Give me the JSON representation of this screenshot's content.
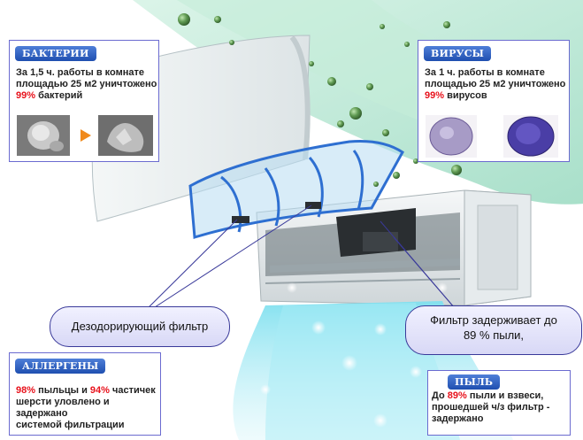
{
  "colors": {
    "accent_blue": "#2a55c0",
    "highlight_red": "#e8121c",
    "callout_fill": "#dcdcf7",
    "box_border": "#6b6bd0",
    "air_green": "#bfe9d6"
  },
  "boxes": {
    "bacteria": {
      "badge": "БАКТЕРИИ",
      "line1": "За 1,5 ч. работы в комнате",
      "line2": "площадью 25 м2 уничтожено",
      "percent": "99%",
      "rest": " бактерий"
    },
    "viruses": {
      "badge": "ВИРУСЫ",
      "line1": "За 1 ч. работы в комнате",
      "line2": "площадью 25 м2 уничтожено",
      "percent": "99%",
      "rest": " вирусов"
    },
    "allergens": {
      "badge": "АЛЛЕРГЕНЫ",
      "pct1": "98%",
      "mid1": " пыльцы и ",
      "pct2": "94%",
      "mid2": " частичек",
      "line2": "шерсти уловлено и задержано",
      "line3": "системой фильтрации"
    },
    "dust": {
      "badge": "ПЫЛЬ",
      "prefix": "До ",
      "pct": "89%",
      "suffix": " пыли и взвеси,",
      "line2": "прошедшей ч/з фильтр -",
      "line3": "задержано"
    }
  },
  "callouts": {
    "deodor": "Дезодорирующий фильтр",
    "dust_line1": "Фильтр задерживает до",
    "dust_line2": "89 % пыли,"
  }
}
